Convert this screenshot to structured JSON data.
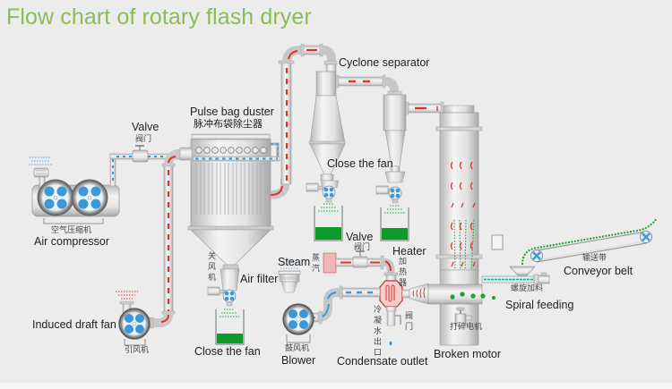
{
  "title": "Flow chart of rotary flash dryer",
  "colors": {
    "title": "#8dbb56",
    "hot_air": "#e0322b",
    "cold_air": "#3a9ad9",
    "material": "#19a33a",
    "equipment": "#d9d9d9"
  },
  "labels": {
    "valve_left": {
      "en": "Valve",
      "cn": "阀门"
    },
    "air_compressor": {
      "en": "Air compressor",
      "cn": "空气压缩机"
    },
    "pulse_bag_duster": {
      "en": "Pulse bag duster",
      "cn": "脉冲布袋除尘器"
    },
    "cyclone_separator": {
      "en": "Cyclone separator"
    },
    "close_the_fan_top": {
      "en": "Close the fan"
    },
    "close_the_fan_bottom": {
      "en": "Close the fan"
    },
    "closing_fan_cn": {
      "cn": "关风机"
    },
    "air_filter": {
      "en": "Air filter"
    },
    "induced_draft_fan": {
      "en": "Induced draft fan",
      "cn": "引风机"
    },
    "steam": {
      "en": "Steam",
      "cn": "蒸汽"
    },
    "valve_mid": {
      "en": "Valve",
      "cn": "阀门"
    },
    "heater": {
      "en": "Heater",
      "cn": "加热器"
    },
    "blower": {
      "en": "Blower",
      "cn": "鼓风机"
    },
    "condensate_outlet": {
      "en": "Condensate outlet",
      "cn": "冷凝水出口"
    },
    "condensate_valve": {
      "cn": "阀门"
    },
    "broken_motor": {
      "en": "Broken motor",
      "cn": "打碎电机"
    },
    "spiral_feeding": {
      "en": "Spiral feeding",
      "cn": "螺旋加料"
    },
    "conveyor_belt": {
      "en": "Conveyor belt",
      "cn": "输送带"
    }
  }
}
